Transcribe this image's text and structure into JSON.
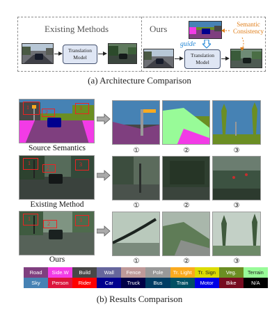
{
  "architecture": {
    "existing_title": "Existing Methods",
    "ours_title": "Ours",
    "model_label_line1": "Translation",
    "model_label_line2": "Model",
    "guide_label": "guide",
    "consistency_label_line1": "Semantic",
    "consistency_label_line2": "Consistency",
    "caption": "(a) Architecture Comparison"
  },
  "results": {
    "rows": [
      {
        "label": "Source Semantics"
      },
      {
        "label": "Existing Method"
      },
      {
        "label": "Ours"
      }
    ],
    "crop_numbers": [
      "①",
      "②",
      "③"
    ],
    "bbox_numbers": [
      "1",
      "2",
      "3"
    ],
    "caption": "(b) Results Comparison"
  },
  "legend": [
    {
      "label": "Road",
      "color": "#7f3f7f",
      "text": "#ffffff"
    },
    {
      "label": "Side.W",
      "color": "#f23be6",
      "text": "#ffffff"
    },
    {
      "label": "Build",
      "color": "#474747",
      "text": "#ffffff"
    },
    {
      "label": "Wall",
      "color": "#66669c",
      "text": "#ffffff"
    },
    {
      "label": "Fence",
      "color": "#be9999",
      "text": "#ffffff"
    },
    {
      "label": "Pole",
      "color": "#999999",
      "text": "#ffffff"
    },
    {
      "label": "Tr. Light",
      "color": "#faaa1e",
      "text": "#ffffff"
    },
    {
      "label": "Tr. Sign",
      "color": "#dcdc00",
      "text": "#222222"
    },
    {
      "label": "Veg.",
      "color": "#6b8e23",
      "text": "#ffffff"
    },
    {
      "label": "Terrain",
      "color": "#98fb98",
      "text": "#222222"
    },
    {
      "label": "Sky",
      "color": "#4682b4",
      "text": "#ffffff"
    },
    {
      "label": "Person",
      "color": "#dc143c",
      "text": "#ffffff"
    },
    {
      "label": "Rider",
      "color": "#ff0000",
      "text": "#ffffff"
    },
    {
      "label": "Car",
      "color": "#00008e",
      "text": "#ffffff"
    },
    {
      "label": "Truck",
      "color": "#000046",
      "text": "#ffffff"
    },
    {
      "label": "Bus",
      "color": "#003c64",
      "text": "#ffffff"
    },
    {
      "label": "Train",
      "color": "#005064",
      "text": "#ffffff"
    },
    {
      "label": "Motor",
      "color": "#0000e6",
      "text": "#ffffff"
    },
    {
      "label": "Bike",
      "color": "#770b20",
      "text": "#ffffff"
    },
    {
      "label": "N/A",
      "color": "#000000",
      "text": "#ffffff"
    }
  ]
}
